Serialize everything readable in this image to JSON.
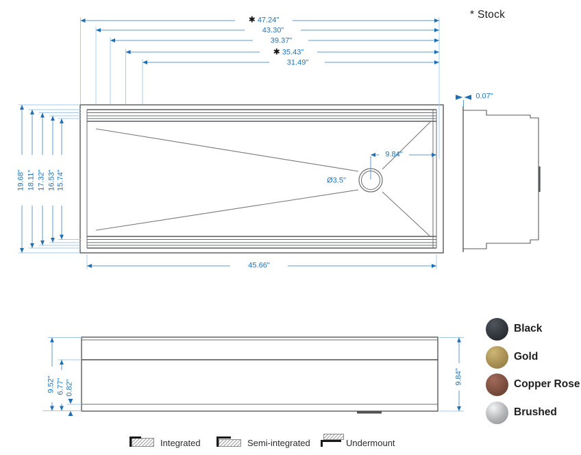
{
  "accent_colors": {
    "dimension_blue": "#2273b8",
    "drawing_gray": "#58595b"
  },
  "stock_note": "* Stock",
  "plan_view": {
    "width_dims": [
      {
        "star": "✱",
        "value": "47.24\""
      },
      {
        "star": "",
        "value": "43.30\""
      },
      {
        "star": "",
        "value": "39.37\""
      },
      {
        "star": "✱",
        "value": "35.43\""
      },
      {
        "star": "",
        "value": "31.49\""
      }
    ],
    "depth_dims": [
      "19.68\"",
      "18.11\"",
      "17.32\"",
      "16.53\"",
      "15.74\""
    ],
    "inner_width_dim": "45.66\"",
    "drain_diameter": "Ø3.5\"",
    "drain_to_edge_dim": "9.84\""
  },
  "side_view": {
    "lip_dim": "0.07\""
  },
  "front_view": {
    "height_dims": [
      "9.52\"",
      "6.77\"",
      "0.82\""
    ],
    "overall_height_dim": "9.84\""
  },
  "finishes": [
    {
      "name": "Black",
      "highlight": "#50555d",
      "base": "#31353c",
      "shadow": "#1e2126"
    },
    {
      "name": "Gold",
      "highlight": "#cdb676",
      "base": "#a88f52",
      "shadow": "#8a7340"
    },
    {
      "name": "Copper Rose",
      "highlight": "#a06a58",
      "base": "#7d4e40",
      "shadow": "#5c362c"
    },
    {
      "name": "Brushed",
      "highlight": "#f4f5f6",
      "base": "#b0b2b4",
      "shadow": "#8d8f92"
    }
  ],
  "legend": [
    {
      "label": "Integrated"
    },
    {
      "label": "Semi-integrated"
    },
    {
      "label": "Undermount"
    }
  ]
}
